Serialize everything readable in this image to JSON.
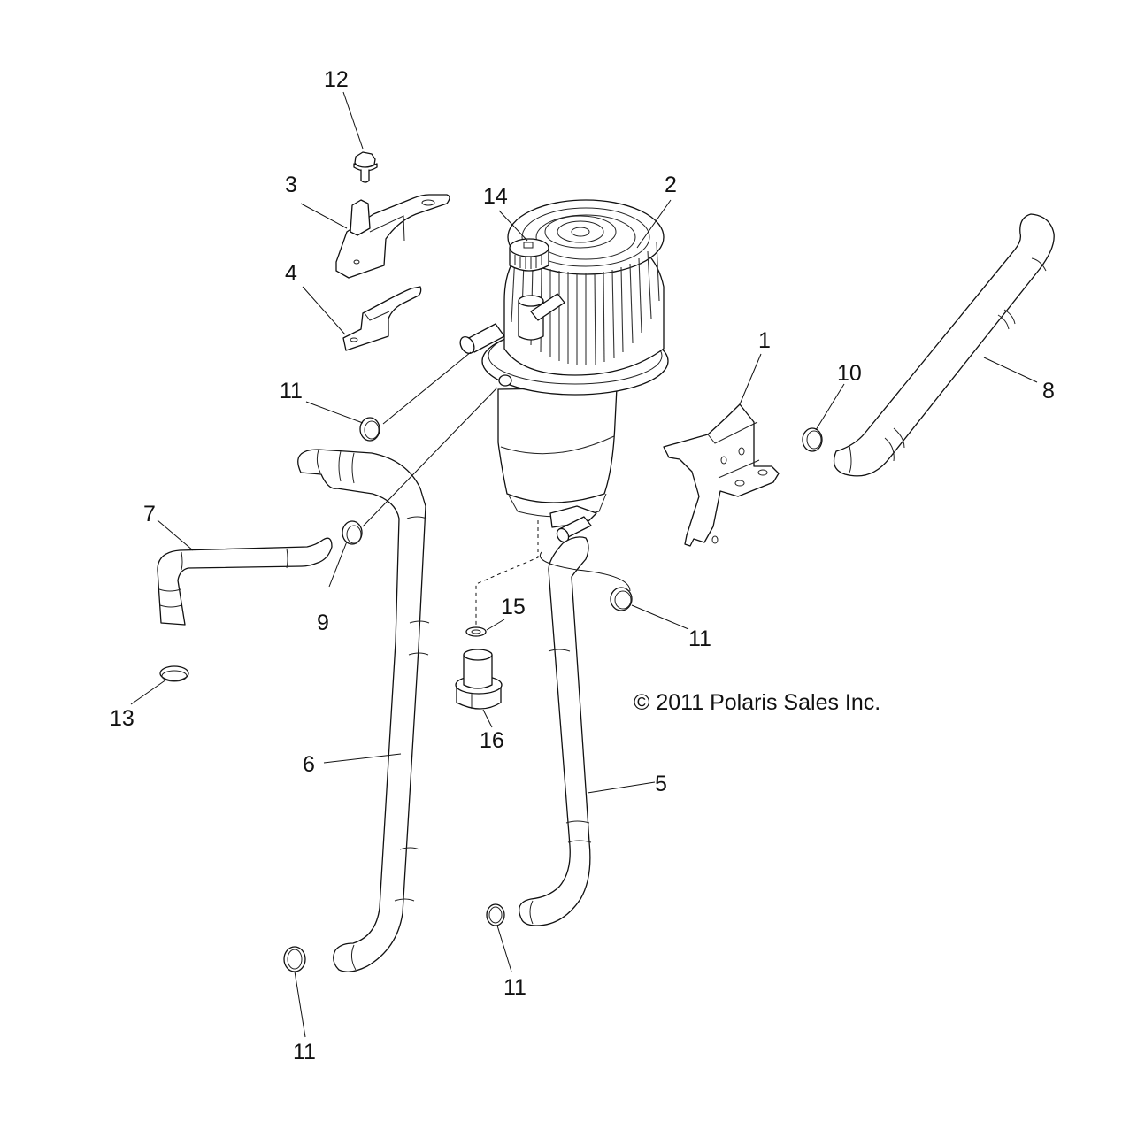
{
  "diagram": {
    "title": "Oil tank / reservoir assembly exploded view",
    "copyright": "© 2011 Polaris Sales Inc.",
    "callouts": [
      {
        "id": "c1",
        "label": "1",
        "part": "mounting-bracket"
      },
      {
        "id": "c2",
        "label": "2",
        "part": "oil-tank-assembly"
      },
      {
        "id": "c3",
        "label": "3",
        "part": "upper-strap-bracket"
      },
      {
        "id": "c4",
        "label": "4",
        "part": "lower-strap-bracket"
      },
      {
        "id": "c5",
        "label": "5",
        "part": "hose"
      },
      {
        "id": "c6",
        "label": "6",
        "part": "hose-long"
      },
      {
        "id": "c7",
        "label": "7",
        "part": "hose-elbow"
      },
      {
        "id": "c8",
        "label": "8",
        "part": "hose-vent"
      },
      {
        "id": "c9",
        "label": "9",
        "part": "hose-clamp"
      },
      {
        "id": "c10",
        "label": "10",
        "part": "hose-clamp"
      },
      {
        "id": "c11a",
        "label": "11",
        "part": "hose-clamp"
      },
      {
        "id": "c11b",
        "label": "11",
        "part": "hose-clamp"
      },
      {
        "id": "c11c",
        "label": "11",
        "part": "hose-clamp"
      },
      {
        "id": "c11d",
        "label": "11",
        "part": "hose-clamp"
      },
      {
        "id": "c12",
        "label": "12",
        "part": "flange-bolt"
      },
      {
        "id": "c13",
        "label": "13",
        "part": "hose-clamp"
      },
      {
        "id": "c14",
        "label": "14",
        "part": "dipstick-cap"
      },
      {
        "id": "c15",
        "label": "15",
        "part": "sealing-washer"
      },
      {
        "id": "c16",
        "label": "16",
        "part": "drain-plug"
      }
    ]
  }
}
